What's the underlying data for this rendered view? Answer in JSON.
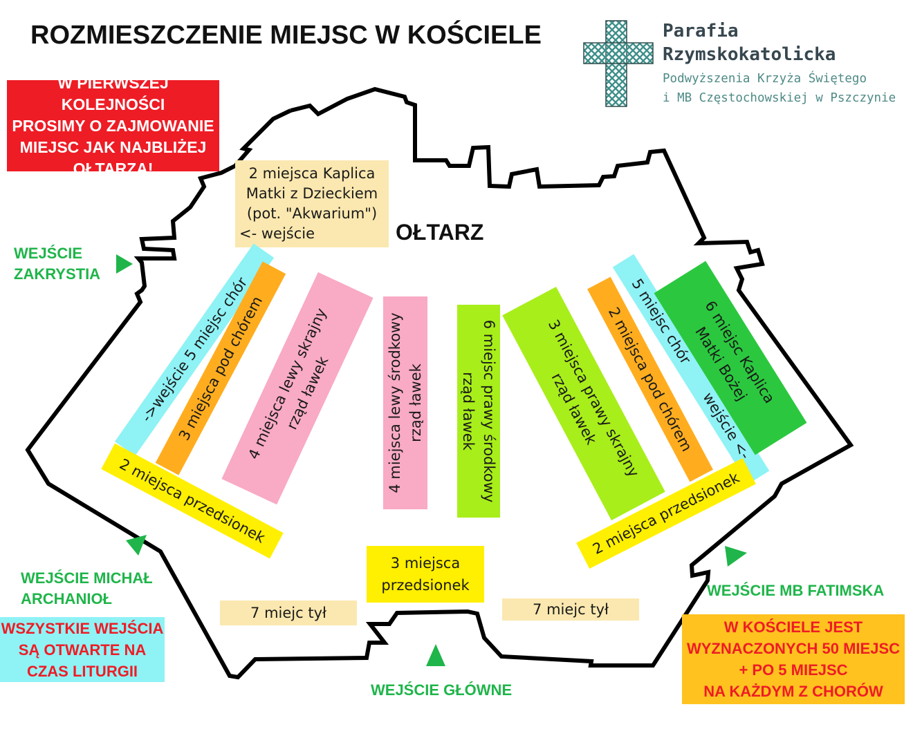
{
  "title": "ROZMIESZCZENIE MIEJSC W KOŚCIELE",
  "logo": {
    "line1": "Parafia",
    "line2": "Rzymskokatolicka",
    "line3": "Podwyższenia Krzyża Świętego",
    "line4": "i MB Częstochowskiej w Pszczynie",
    "icon": "cross-icon",
    "colors": {
      "cross": "#3f8f8a",
      "name": "#37474f"
    }
  },
  "notice_red": [
    "W PIERWSZEJ KOLEJNOŚCI",
    "PROSIMY O ZAJMOWANIE",
    "MIEJSC JAK NAJBLIŻEJ",
    "OŁTARZA!"
  ],
  "notice_cyan": [
    "WSZYSTKIE WEJŚCIA",
    "SĄ OTWARTE NA",
    "CZAS LITURGII"
  ],
  "notice_orange": [
    "W KOŚCIELE JEST",
    "WYZNACZONYCH 50 MIEJSC",
    "+ PO 5 MIEJSC",
    "NA KAŻDYM Z CHORÓW"
  ],
  "altar": "OŁTARZ",
  "entrances": {
    "zakrystia": [
      "WEJŚCIE",
      "ZAKRYSTIA"
    ],
    "michal": [
      "WEJŚCIE MICHAŁ",
      "ARCHANIOŁ"
    ],
    "glowne": "WEJŚCIE GŁÓWNE",
    "fatimska": "WEJŚCIE MB FATIMSKA"
  },
  "zones": {
    "kaplica_matki": [
      "2 miejsca Kaplica",
      "Matki z Dzieckiem",
      "(pot. \"Akwarium\")",
      "<- wejście"
    ],
    "chor_left": "->wejście 5 miejsc chór",
    "pod_chorem_left": "3 miejsca pod chórem",
    "lewy_skrajny": [
      "4 miejsca lewy skrajny",
      "rząd ławek"
    ],
    "lewy_srodkowy": [
      "4 miejsca lewy środkowy",
      "rząd ławek"
    ],
    "prawy_srodkowy": [
      "6 miejsc prawy środkowy",
      "rząd ławek"
    ],
    "prawy_skrajny": [
      "3 miejsca prawy skrajny",
      "rząd ławek"
    ],
    "pod_chorem_right": "2 miejsca pod chórem",
    "chor_right": "5 miejsc chór        wejście <-",
    "kaplica_mb": [
      "6 miejsc Kaplica",
      "Matki Bożej"
    ],
    "przedsionek_left": "2 miejsca przedsionek",
    "przedsionek_right": "2 miejsca przedsionek",
    "przedsionek_center": [
      "3 miejsca",
      "przedsionek"
    ],
    "tyl_left": "7 miejc tył",
    "tyl_right": "7 miejc tył"
  },
  "colors": {
    "red": "#ee1c25",
    "cyan": "#8ff2f5",
    "orange_notice": "#ffc21f",
    "entrance_green": "#1fb54a",
    "cream": "#fbe8b0",
    "yellow": "#ffef00",
    "orange": "#ffad1f",
    "pink": "#f9aac5",
    "lime": "#a8ee1a",
    "green": "#2bc83f"
  }
}
